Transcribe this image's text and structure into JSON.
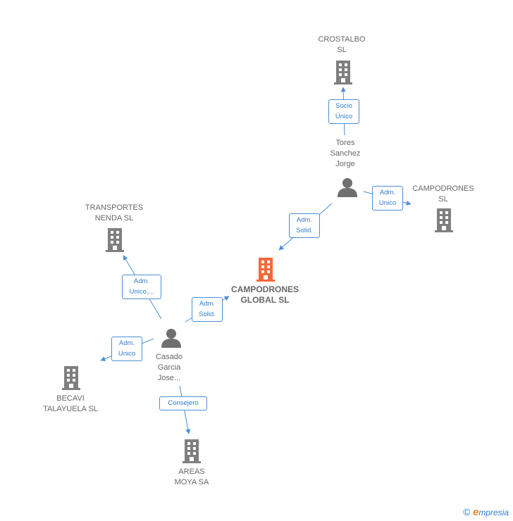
{
  "colors": {
    "company": "#7f7f7f",
    "focal_company": "#f26a3c",
    "person": "#6f6f6f",
    "edge": "#4a8fd4",
    "text": "#666666"
  },
  "nodes": {
    "crostalbo": {
      "lines": [
        "CROSTALBO",
        "SL"
      ],
      "icon": "building-icon"
    },
    "tores": {
      "lines": [
        "Tores",
        "Sanchez",
        "Jorge"
      ],
      "icon": "person-icon"
    },
    "campodrones_sl": {
      "lines": [
        "CAMPODRONES",
        "SL"
      ],
      "icon": "building-icon"
    },
    "campodrones_global": {
      "lines": [
        "CAMPODRONES",
        "GLOBAL SL"
      ],
      "icon": "building-icon"
    },
    "transportes": {
      "lines": [
        "TRANSPORTES",
        "NENDA SL"
      ],
      "icon": "building-icon"
    },
    "casado": {
      "lines": [
        "Casado",
        "Garcia",
        "Jose..."
      ],
      "icon": "person-icon"
    },
    "becavi": {
      "lines": [
        "BECAVI",
        "TALAYUELA SL"
      ],
      "icon": "building-icon"
    },
    "areas": {
      "lines": [
        "AREAS",
        "MOYA SA"
      ],
      "icon": "building-icon"
    }
  },
  "edges": {
    "socio_unico": {
      "lines": [
        "Socio",
        "Único"
      ]
    },
    "tores_adm_unico": {
      "lines": [
        "Adm.",
        "Unico"
      ]
    },
    "tores_adm_solid": {
      "lines": [
        "Adm.",
        "Solid."
      ]
    },
    "casado_adm_unico_trans": {
      "lines": [
        "Adm.",
        "Unico,..."
      ]
    },
    "casado_adm_solid": {
      "lines": [
        "Adm.",
        "Solid."
      ]
    },
    "casado_adm_unico_becavi": {
      "lines": [
        "Adm.",
        "Unico"
      ]
    },
    "consejero": {
      "lines": [
        "Consejero"
      ]
    }
  },
  "footer": {
    "copyright": "©",
    "brand_first": "e",
    "brand_rest": "mpresia"
  }
}
